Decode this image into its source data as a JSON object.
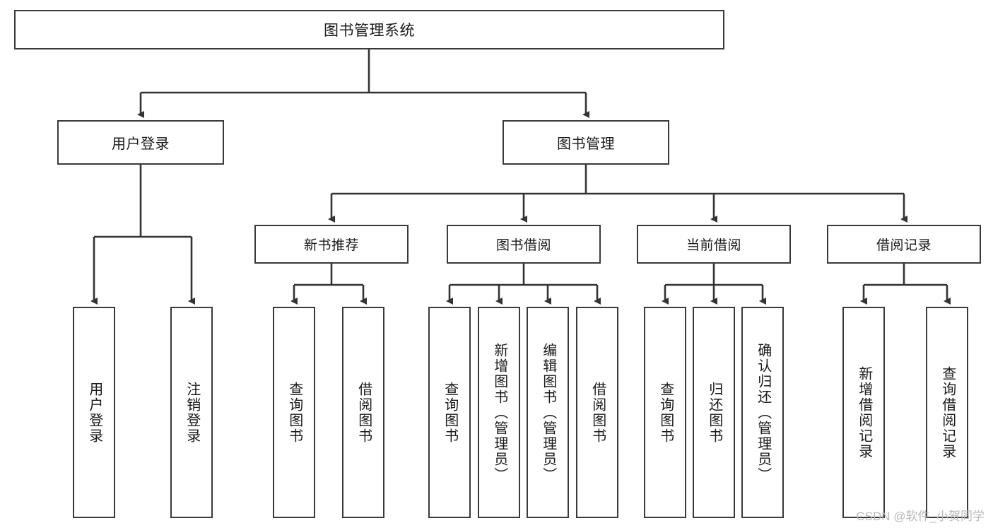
{
  "diagram": {
    "title": "图书管理系统",
    "root": {
      "label": "图书管理系统"
    },
    "level2": [
      {
        "label": "用户登录"
      },
      {
        "label": "图书管理"
      }
    ],
    "level3": [
      {
        "label": "新书推荐"
      },
      {
        "label": "图书借阅"
      },
      {
        "label": "当前借阅"
      },
      {
        "label": "借阅记录"
      }
    ],
    "leaves": [
      {
        "label": "用户登录"
      },
      {
        "label": "注销登录"
      },
      {
        "label": "查询图书"
      },
      {
        "label": "借阅图书"
      },
      {
        "label": "查询图书"
      },
      {
        "label": "新增图书（管理员）"
      },
      {
        "label": "编辑图书（管理员）"
      },
      {
        "label": "借阅图书"
      },
      {
        "label": "查询图书"
      },
      {
        "label": "归还图书"
      },
      {
        "label": "确认归还（管理员）"
      },
      {
        "label": "新增借阅记录"
      },
      {
        "label": "查询借阅记录"
      }
    ],
    "watermark": "CSDN @软件_小贺同学",
    "colors": {
      "border": "#3a3a3a",
      "text": "#1a1a1a",
      "background": "#ffffff",
      "edge": "#333333",
      "watermark": "#b9b9b9"
    }
  }
}
